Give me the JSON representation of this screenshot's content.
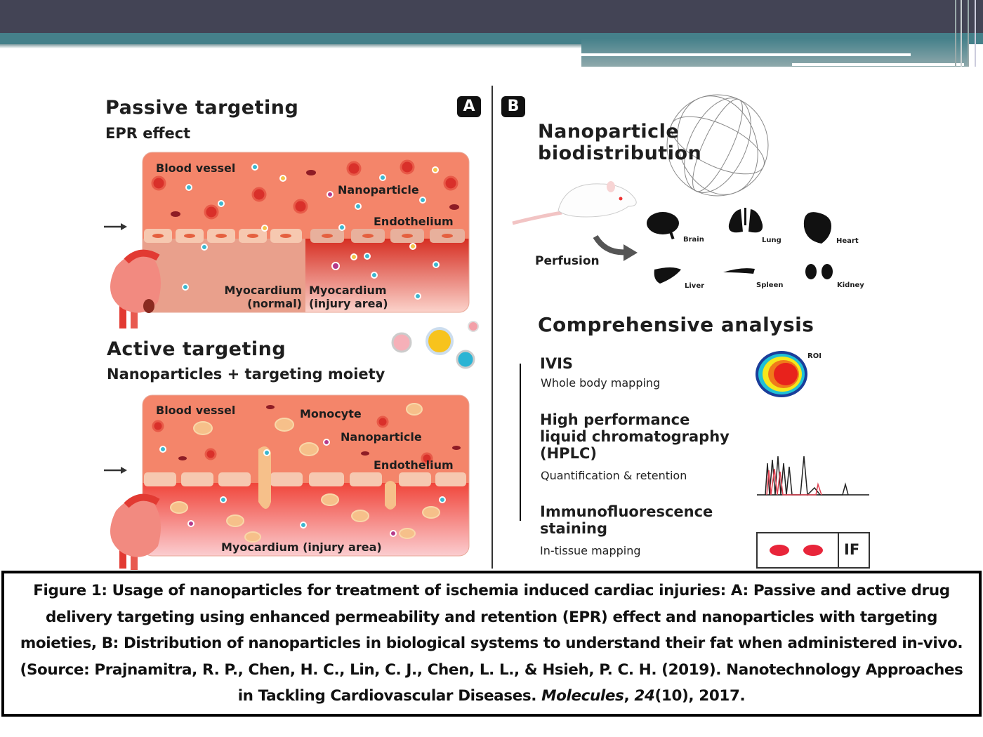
{
  "colors": {
    "header_dark": "#434455",
    "header_teal": "#45808a",
    "vessel": "#f4856a",
    "injury": "#d93a2a"
  },
  "panel_a": {
    "badge": "A",
    "passive_title": "Passive targeting",
    "passive_subtitle": "EPR effect",
    "passive_labels": {
      "blood_vessel": "Blood vessel",
      "nanoparticle": "Nanoparticle",
      "endothelium": "Endothelium",
      "myocardium_normal_1": "Myocardium",
      "myocardium_normal_2": "(normal)",
      "myocardium_injury_1": "Myocardium",
      "myocardium_injury_2": "(injury area)"
    },
    "active_title": "Active targeting",
    "active_subtitle": "Nanoparticles + targeting moiety",
    "active_labels": {
      "blood_vessel": "Blood vessel",
      "monocyte": "Monocyte",
      "nanoparticle": "Nanoparticle",
      "endothelium": "Endothelium",
      "myocardium": "Myocardium (injury area)"
    }
  },
  "panel_b": {
    "badge": "B",
    "title_1": "Nanoparticle",
    "title_2": "biodistribution",
    "perfusion": "Perfusion",
    "organs": [
      "Brain",
      "Lung",
      "Heart",
      "Liver",
      "Spleen",
      "Kidney"
    ],
    "analysis_title": "Comprehensive analysis",
    "ivis_title": "IVIS",
    "ivis_desc": "Whole body mapping",
    "roi": "ROI",
    "hplc_1": "High performance",
    "hplc_2": "liquid chromatography",
    "hplc_3": "(HPLC)",
    "hplc_desc": "Quantification & retention",
    "if_1": "Immunofluorescence",
    "if_2": "staining",
    "if_desc": "In-tissue mapping",
    "if_label": "IF"
  },
  "caption": {
    "main": "Figure 1: Usage of nanoparticles for treatment of ischemia induced cardiac injuries: A: Passive and active drug delivery targeting using enhanced permeability and retention (EPR) effect and nanoparticles with targeting moieties, B: Distribution of nanoparticles in biological systems to understand their fat when administered in-vivo. (Source: Prajnamitra, R. P., Chen, H. C., Lin, C. J., Chen, L. L., & Hsieh, P. C. H. (2019). Nanotechnology Approaches in Tackling Cardiovascular Diseases.",
    "journal": "Molecules",
    "sep": ", ",
    "volume": "24",
    "rest": "(10), 2017."
  }
}
